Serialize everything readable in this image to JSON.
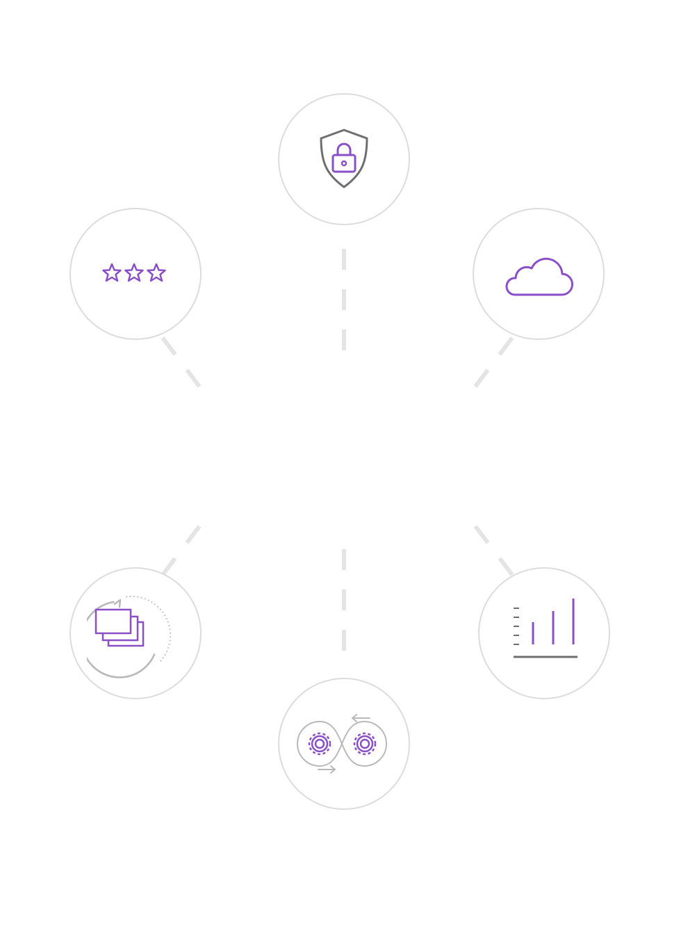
{
  "colors": {
    "accent": "#8a4fc7",
    "icon_gray": "#6e6e6e",
    "ring": "#dcdcdc",
    "connector": "#e4e4e4",
    "light_gray": "#b9b9b9"
  },
  "nodes": [
    {
      "id": "security",
      "icon": "shield-lock-icon"
    },
    {
      "id": "cloud",
      "icon": "cloud-icon"
    },
    {
      "id": "analytics",
      "icon": "bar-chart-icon"
    },
    {
      "id": "integration",
      "icon": "gears-loop-icon"
    },
    {
      "id": "migration",
      "icon": "stacked-windows-cycle-icon"
    },
    {
      "id": "ratings",
      "icon": "three-stars-icon"
    }
  ]
}
